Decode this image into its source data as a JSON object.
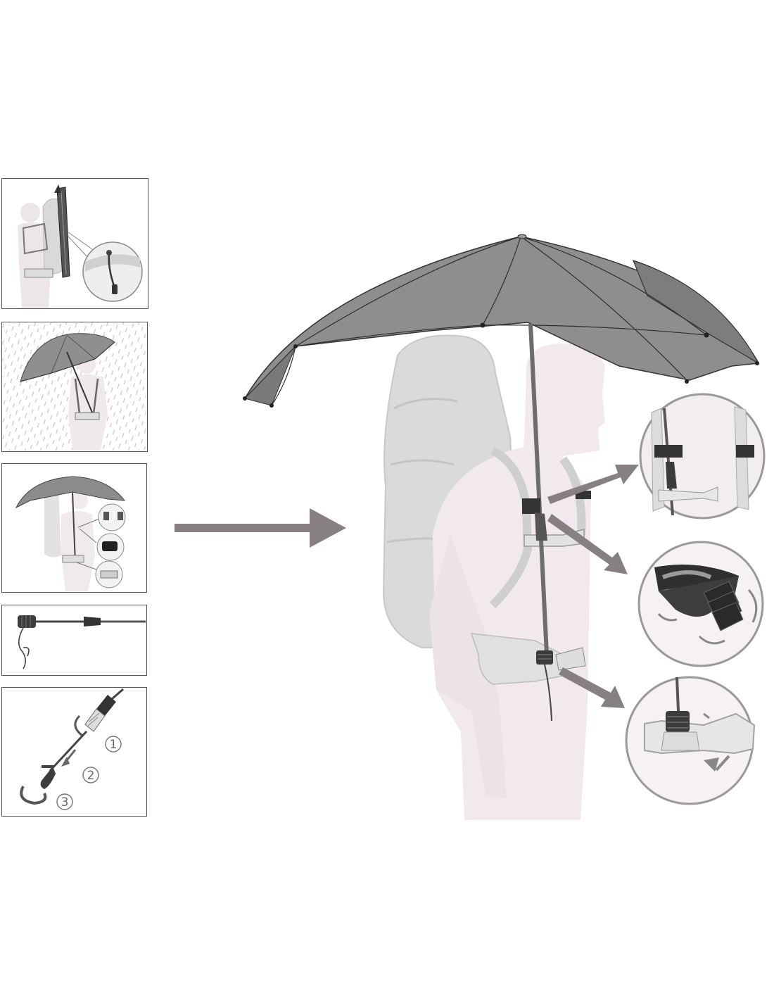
{
  "diagram": {
    "steps": [
      {
        "id": "carry-on-backpack"
      },
      {
        "id": "hands-free-in-rain"
      },
      {
        "id": "attachment-overview"
      },
      {
        "id": "handle-with-cord"
      },
      {
        "id": "handle-detach-sequence",
        "labels": [
          "1",
          "2",
          "3"
        ]
      }
    ],
    "flow_arrow": "right-arrow",
    "details": [
      "shoulder-strap-clip",
      "strap-clip-close-up",
      "hip-belt-buckle-mount"
    ],
    "colors": {
      "canopy": "#8e8e8e",
      "canopy_dark": "#6f6f6f",
      "person": "#f1e9ee",
      "backpack": "#dcdcdc",
      "strap": "#e3e3e3",
      "outline": "#3a3a3a",
      "arrow": "#878080"
    }
  }
}
